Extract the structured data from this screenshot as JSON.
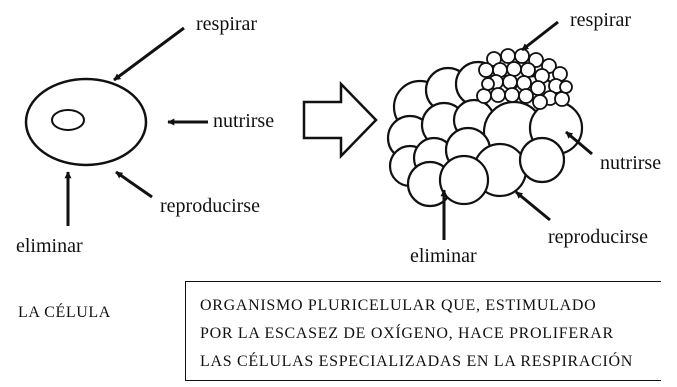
{
  "left": {
    "labels": {
      "respirar": "respirar",
      "nutrirse": "nutrirse",
      "reproducirse": "reproducirse",
      "eliminar": "eliminar"
    },
    "caption": "LA CÉLULA"
  },
  "right": {
    "labels": {
      "respirar": "respirar",
      "nutrirse": "nutrirse",
      "reproducirse": "reproducirse",
      "eliminar": "eliminar"
    },
    "caption_lines": [
      "ORGANISMO PLURICELULAR QUE, ESTIMULADO",
      "POR LA ESCASEZ DE OXÍGENO, HACE PROLIFERAR",
      "LAS CÉLULAS ESPECIALIZADAS EN LA RESPIRACIÓN"
    ]
  },
  "colors": {
    "ink": "#111111",
    "background": "#ffffff"
  }
}
